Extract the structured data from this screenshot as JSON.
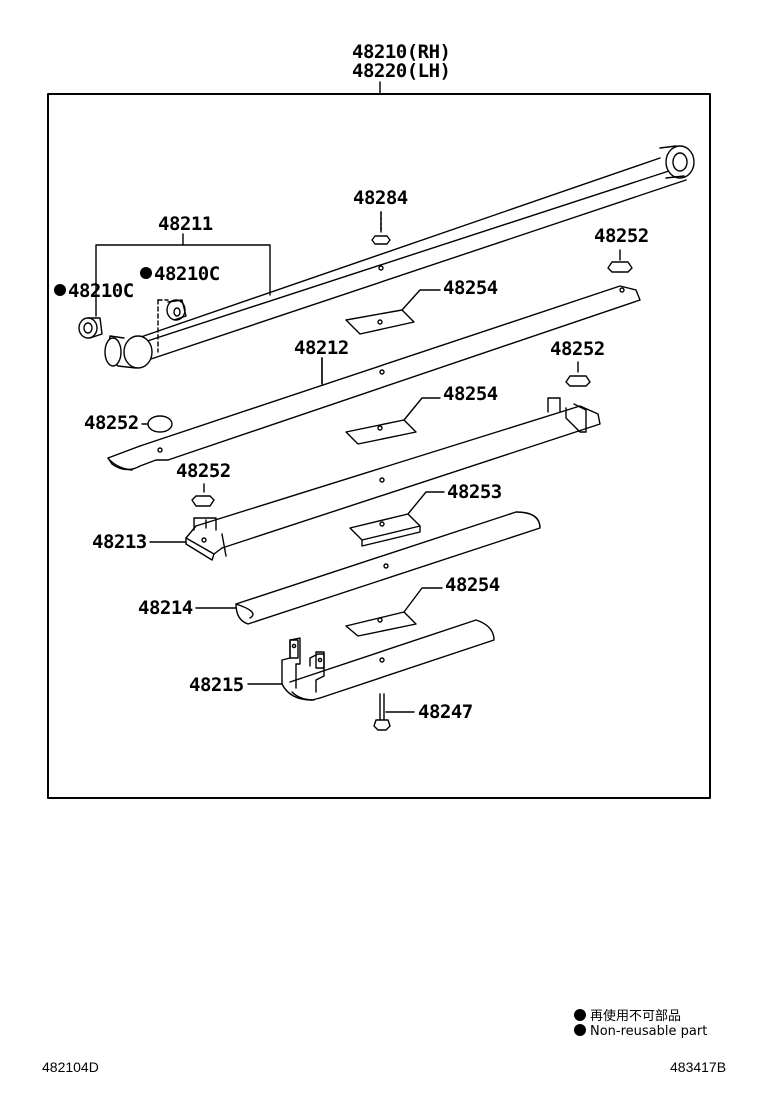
{
  "header_labels": {
    "rh": "48210(RH)",
    "lh": "48220(LH)"
  },
  "labels": {
    "p48284": "48284",
    "p48211": "48211",
    "p48252_a": "48252",
    "p48210c_a": "48210C",
    "p48210c_b": "48210C",
    "p48254_a": "48254",
    "p48212": "48212",
    "p48252_b": "48252",
    "p48254_b": "48254",
    "p48252_c": "48252",
    "p48252_d": "48252",
    "p48253": "48253",
    "p48213": "48213",
    "p48214": "48214",
    "p48254_c": "48254",
    "p48215": "48215",
    "p48247": "48247"
  },
  "legend": {
    "japanese": "再使用不可部品",
    "english": "Non-reusable part"
  },
  "footer": {
    "left_code": "482104D",
    "right_code": "483417B"
  }
}
